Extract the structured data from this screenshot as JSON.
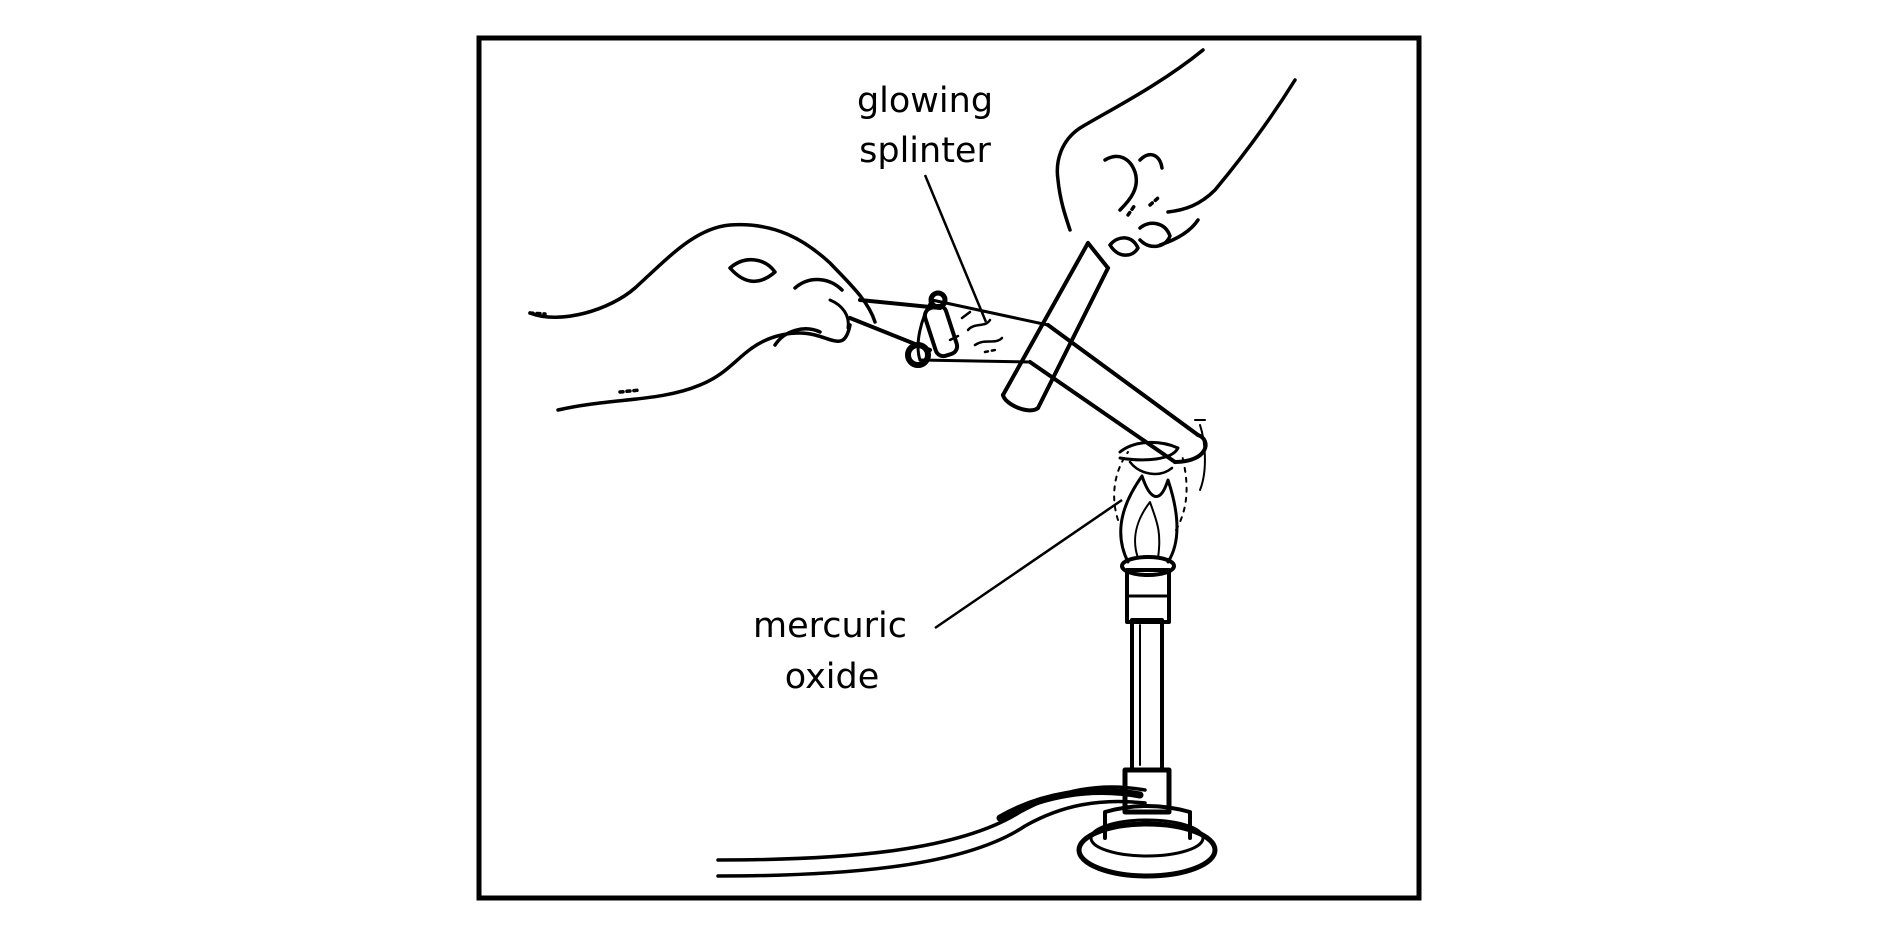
{
  "labels": {
    "splinter_line1": "glowing",
    "splinter_line2": "splinter",
    "oxide_line1": "mercuric",
    "oxide_line2": "oxide"
  },
  "colors": {
    "ink": "#000000",
    "background": "#ffffff"
  }
}
